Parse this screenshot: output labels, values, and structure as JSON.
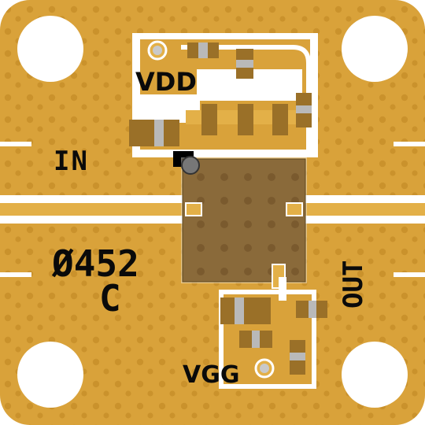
{
  "labels": {
    "vdd": "VDD",
    "input": "IN",
    "part_number": "Ø452",
    "revision": "C",
    "output": "OUT",
    "vgg": "VGG"
  },
  "colors": {
    "substrate_gold": "#d9a23a",
    "trace_gold": "#e3b048",
    "gap_white": "#ffffff",
    "component_dark": "#9a7028",
    "chip_brown": "#8a6a3a",
    "chip_dots": "#7a5a2e",
    "via_dots": "#c8902a",
    "silk_black": "#0a0a0a"
  }
}
